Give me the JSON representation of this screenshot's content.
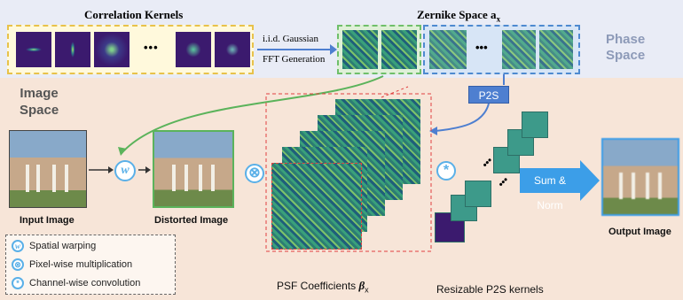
{
  "phase_space": {
    "correlation_kernels_title": "Correlation Kernels",
    "zernike_title": "Zernike Space a",
    "zernike_sub": "x",
    "ellipsis": "•••",
    "arrow_label_1": "i.i.d. Gaussian",
    "arrow_label_2": "FFT Generation",
    "region_label_1": "Phase",
    "region_label_2": "Space"
  },
  "image_space": {
    "region_label_1": "Image",
    "region_label_2": "Space",
    "p2s_label": "P2S",
    "input_label": "Input Image",
    "distorted_label": "Distorted Image",
    "output_label": "Output Image",
    "psf_label": "PSF Coefficients ",
    "psf_beta": "β",
    "psf_sub": "x",
    "p2s_kernels_label": "Resizable P2S kernels",
    "sum_norm_label": "Sum & Norm",
    "warp_symbol": "w",
    "mult_symbol": "⊗",
    "conv_symbol": "*"
  },
  "legend": {
    "items": [
      {
        "symbol": "w",
        "text": "Spatial warping"
      },
      {
        "symbol": "⊗",
        "text": "Pixel-wise multiplication"
      },
      {
        "symbol": "*",
        "text": "Channel-wise convolution"
      }
    ]
  },
  "colors": {
    "accent_blue": "#5ab0e8",
    "green_arrow": "#5bb35b",
    "red_dashed": "#e04040"
  }
}
